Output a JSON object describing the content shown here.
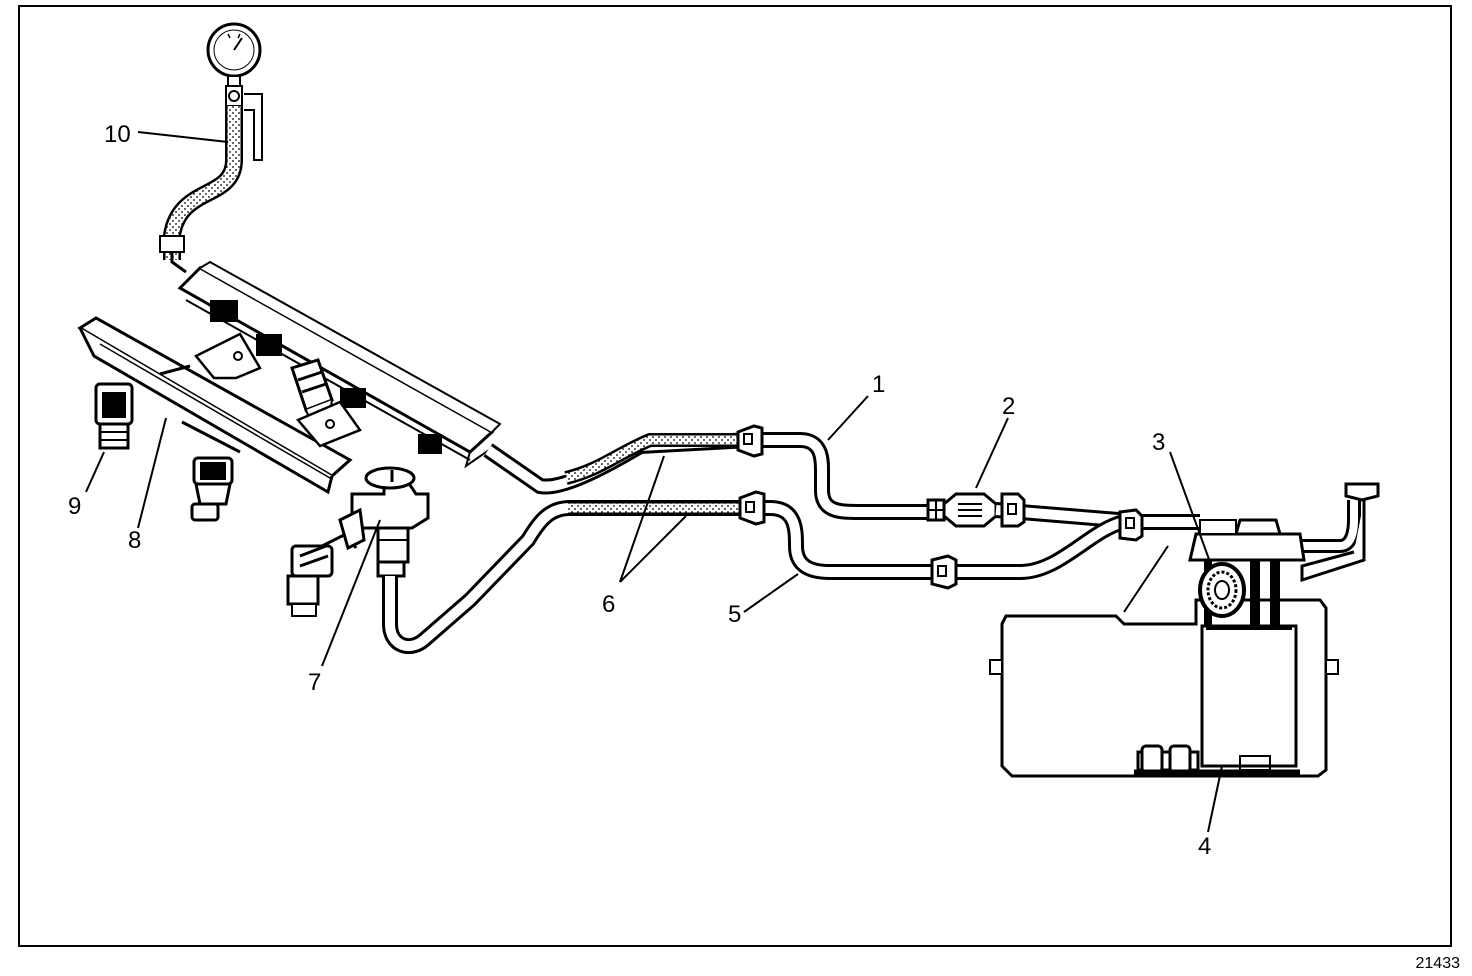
{
  "diagram": {
    "figure_number": "21433",
    "callouts": [
      "1",
      "2",
      "3",
      "4",
      "5",
      "6",
      "7",
      "8",
      "9",
      "10"
    ],
    "components": [
      "fuel-feed-pipe",
      "fuel-filter",
      "fuel-pump-assembly",
      "fuel-strainer",
      "fuel-return-pipe",
      "flexible-hoses",
      "pressure-regulator",
      "fuel-rail",
      "fuel-injector",
      "pressure-gauge-hose"
    ]
  }
}
